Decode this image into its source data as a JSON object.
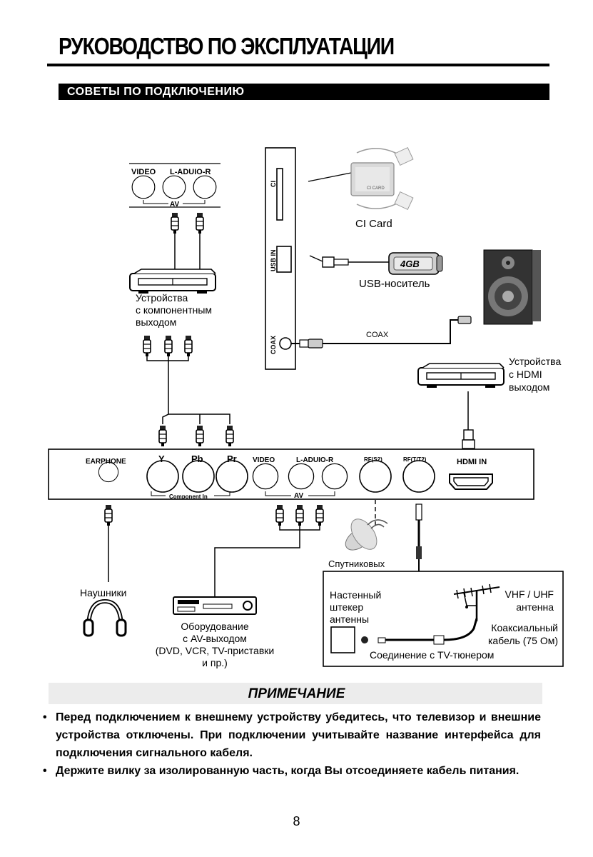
{
  "header": {
    "title": "РУКОВОДСТВО ПО ЭКСПЛУАТАЦИИ",
    "section": "СОВЕТЫ ПО ПОДКЛЮЧЕНИЮ"
  },
  "top_av_panel": {
    "video": "VIDEO",
    "audio": "L-ADUIO-R",
    "av": "AV"
  },
  "devices": {
    "component_device": [
      "Устройства",
      "с компонентным",
      "выходом"
    ],
    "hdmi_device": [
      "Устройства",
      "с HDMI",
      "выходом"
    ],
    "av_device": [
      "Оборудование",
      "с AV-выходом",
      "(DVD, VCR, TV-приставки",
      "и пр.)"
    ],
    "headphones": "Наушники",
    "satellite": "Спутниковых"
  },
  "side_panel": {
    "ci": "CI",
    "usb_in": "USB IN",
    "coax": "COAX"
  },
  "media": {
    "ci_card": "CI Card",
    "ci_card_chip": "CI CARD",
    "usb_stick": "USB-носитель",
    "usb_capacity": "4GB",
    "coax_cable": "COAX"
  },
  "bottom_panel": {
    "earphone": "EARPHONE",
    "y": "Y",
    "pb": "Pb",
    "pr": "Pr",
    "video": "VIDEO",
    "audio": "L-ADUIO-R",
    "rf_s2": "RF(S2)",
    "rf_t": "RF(T/T2)",
    "hdmi_in": "HDMI  IN",
    "component_in": "Component In",
    "av": "AV"
  },
  "antenna_box": {
    "wall_socket": [
      "Настенный",
      "штекер",
      "антенны"
    ],
    "vhf_uhf": [
      "VHF / UHF",
      "антенна"
    ],
    "coax_cable": [
      "Коаксиальный",
      "кабель (75 Ом)"
    ],
    "tuner_connection": "Соединение с TV-тюнером"
  },
  "note": {
    "title": "ПРИМЕЧАНИЕ",
    "items": [
      "Перед подключением к внешнему устройству убедитесь, что телевизор и внешние устройства отключены. При подключении учитывайте название интерфейса для подключения сигнального кабеля.",
      "Держите вилку за изолированную часть, когда Вы отсоединяете кабель питания."
    ]
  },
  "page_number": "8"
}
